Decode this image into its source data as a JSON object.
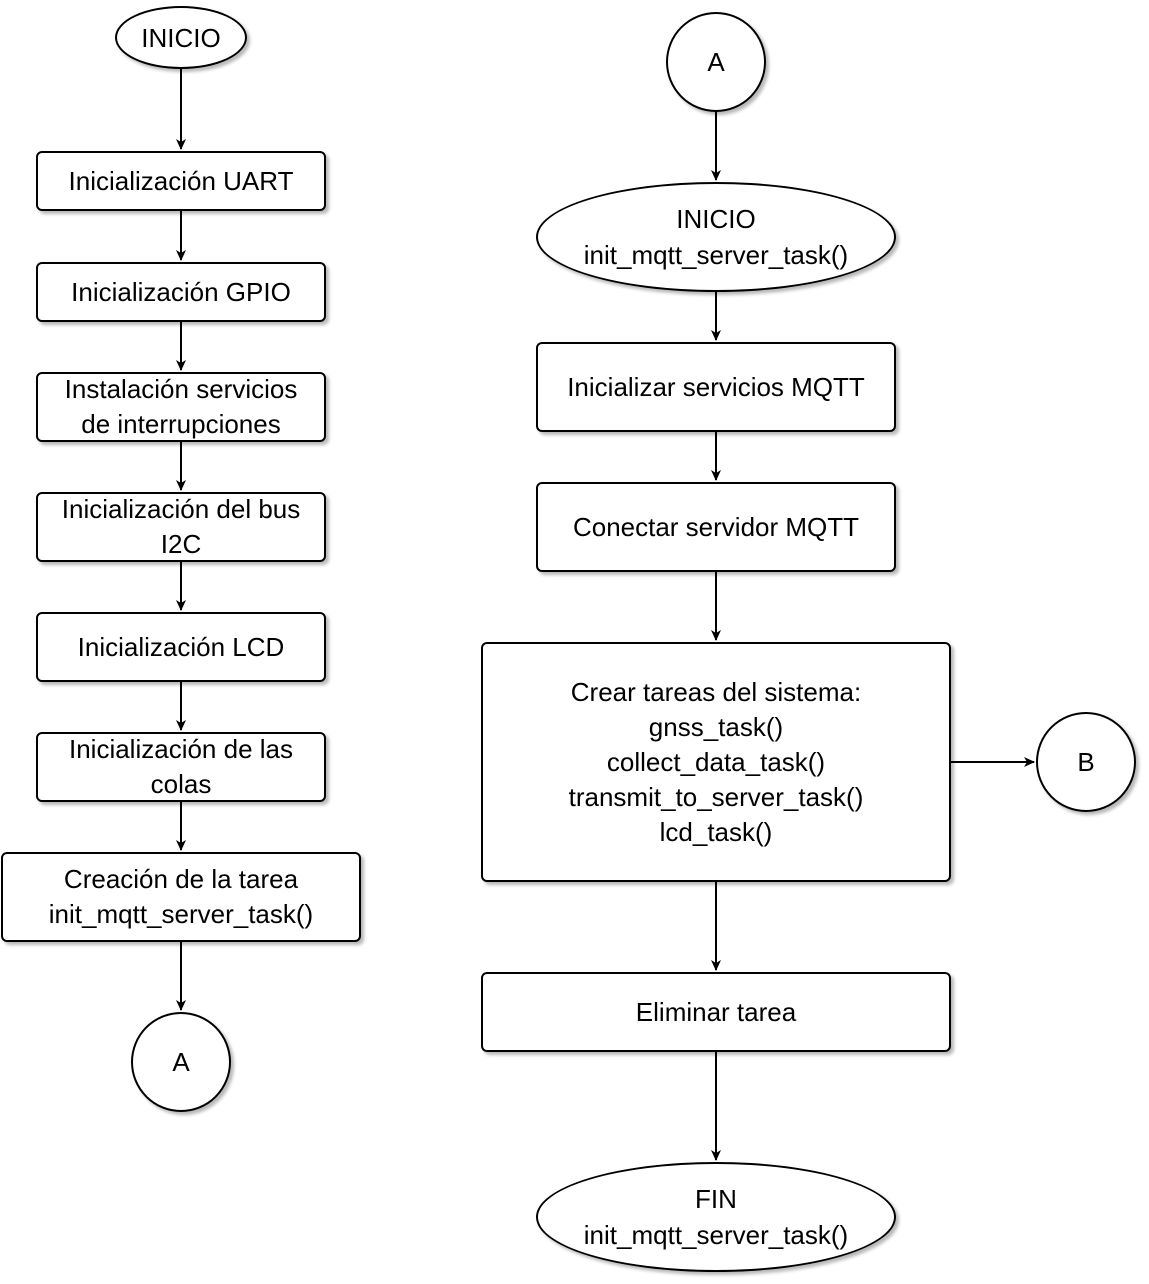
{
  "diagram": {
    "left_flow": {
      "start": "INICIO",
      "steps": [
        [
          "Inicialización UART"
        ],
        [
          "Inicialización GPIO"
        ],
        [
          "Instalación servicios",
          "de interrupciones"
        ],
        [
          "Inicialización del bus",
          "I2C"
        ],
        [
          "Inicialización LCD"
        ],
        [
          "Inicialización de las",
          "colas"
        ],
        [
          "Creación de la tarea",
          "init_mqtt_server_task()"
        ]
      ],
      "connector_out": "A"
    },
    "right_flow": {
      "connector_in": "A",
      "start": [
        "INICIO",
        "init_mqtt_server_task()"
      ],
      "steps": [
        [
          "Inicializar servicios MQTT"
        ],
        [
          "Conectar servidor MQTT"
        ],
        [
          "Crear tareas del sistema:",
          "gnss_task()",
          "collect_data_task()",
          "transmit_to_server_task()",
          "lcd_task()"
        ],
        [
          "Eliminar tarea"
        ]
      ],
      "end": [
        "FIN",
        "init_mqtt_server_task()"
      ],
      "connector_branch": "B"
    }
  }
}
